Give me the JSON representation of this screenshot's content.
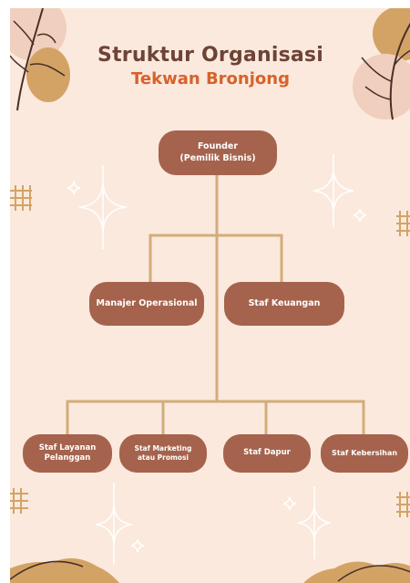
{
  "header": {
    "title": "Struktur Organisasi",
    "subtitle": "Tekwan Bronjong"
  },
  "org_chart": {
    "root": "Founder\n(Pemilik Bisnis)",
    "level_2": [
      "Manajer Operasional",
      "Staf Keuangan"
    ],
    "level_3": [
      "Staf Layanan\nPelanggan",
      "Staf Marketing\natau Promosi",
      "Staf Dapur",
      "Staf Kebersihan"
    ]
  },
  "colors": {
    "background": "#fbe9dd",
    "node_fill": "#a5634d",
    "node_text": "#ffffff",
    "connector": "#d2ad7a",
    "title": "#6e4337",
    "subtitle": "#d7622a"
  }
}
